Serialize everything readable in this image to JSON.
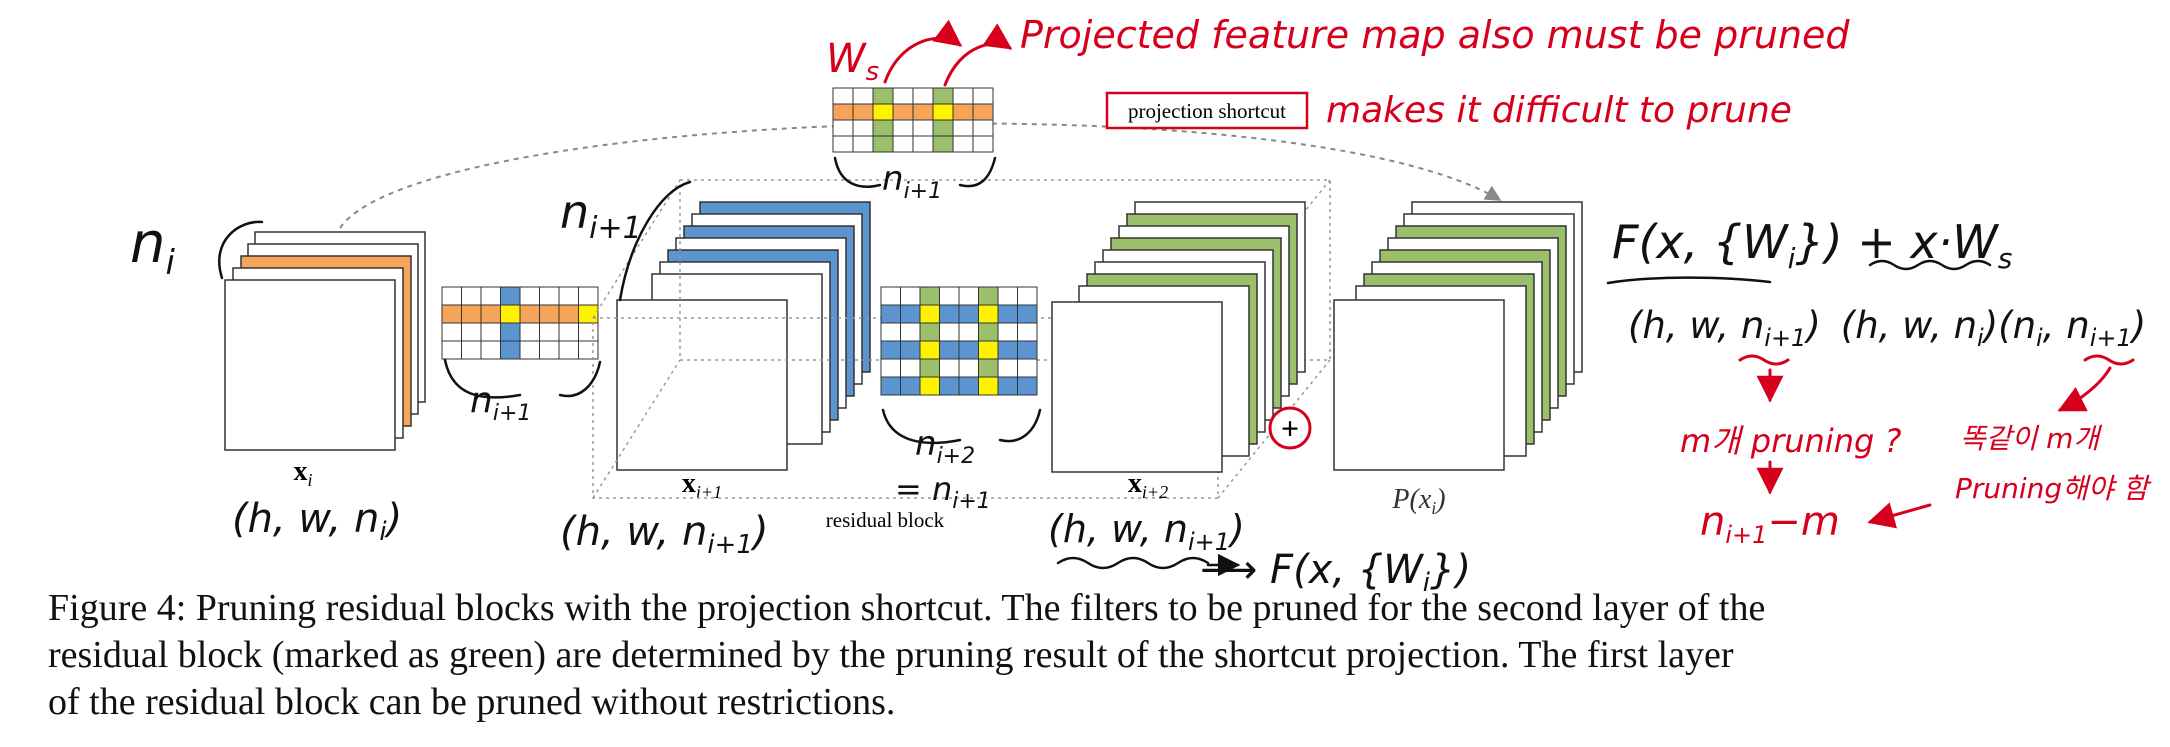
{
  "colors": {
    "orange": "#F5A45A",
    "blue": "#5B94CF",
    "green": "#9BBF6A",
    "yellow": "#FFF200",
    "red": "#D6001C",
    "ink": "#111111",
    "gray": "#888888"
  },
  "labels": {
    "xi": "x",
    "xi_sub": "i",
    "xi1": "x",
    "xi1_sub": "i+1",
    "xi2": "x",
    "xi2_sub": "i+2",
    "pxi": "P(x",
    "pxi_sub": "i",
    "pxi_close": ")",
    "residual_block": "residual block",
    "projection_shortcut": "projection shortcut",
    "plus": "+"
  },
  "handwriting": {
    "n_i": "n",
    "n_i_sub": "i",
    "n_i1_top": "n",
    "n_i1_top_sub": "i+1",
    "n_i1_kernel1": "n",
    "n_i1_kernel1_sub": "i+1",
    "n_i1_ws": "n",
    "n_i1_ws_sub": "i+1",
    "n_i2_kernel2": "n",
    "n_i2_kernel2_sub": "i+2",
    "eq_n_i1": "= n",
    "eq_n_i1_sub": "i+1",
    "shape_xi": "(h, w, n",
    "shape_xi_sub": "i",
    "shape_xi1": "(h, w, n",
    "shape_xi1_sub": "i+1",
    "shape_xi2": "(h, w, n",
    "shape_xi2_sub": "i+1",
    "close_paren": ")",
    "f_xi": "⟶ F(x, {W",
    "f_xi_sub": "i",
    "f_xi_close": "})",
    "formula_a": "F(x, {W",
    "formula_a_sub": "i",
    "formula_a_close": "}) + x·W",
    "formula_a_sub2": "s",
    "formula_shape1": "(h, w, n",
    "formula_shape1_sub": "i+1",
    "formula_shape2": "(h, w, n",
    "formula_shape2_sub": "i",
    "formula_shape3": ")(n",
    "formula_shape3_sub": "i",
    "formula_shape4": ", n",
    "formula_shape4_sub": "i+1",
    "ws": "W",
    "ws_sub": "s",
    "red_note_top": "Projected feature map also must be pruned",
    "red_note_shortcut": "makes it difficult to prune",
    "red_m_pruning": "m개 pruning ?",
    "red_korean_1": "똑같이 m개",
    "red_korean_2": "Pruning해야 함",
    "red_result": "n",
    "red_result_sub": "i+1",
    "red_result_tail": "−m"
  },
  "caption": "Figure 4: Pruning residual blocks with the projection shortcut. The filters to be pruned for the second layer of the residual block (marked as green) are determined by the pruning result of the shortcut projection. The first layer of the residual block can be pruned without restrictions."
}
